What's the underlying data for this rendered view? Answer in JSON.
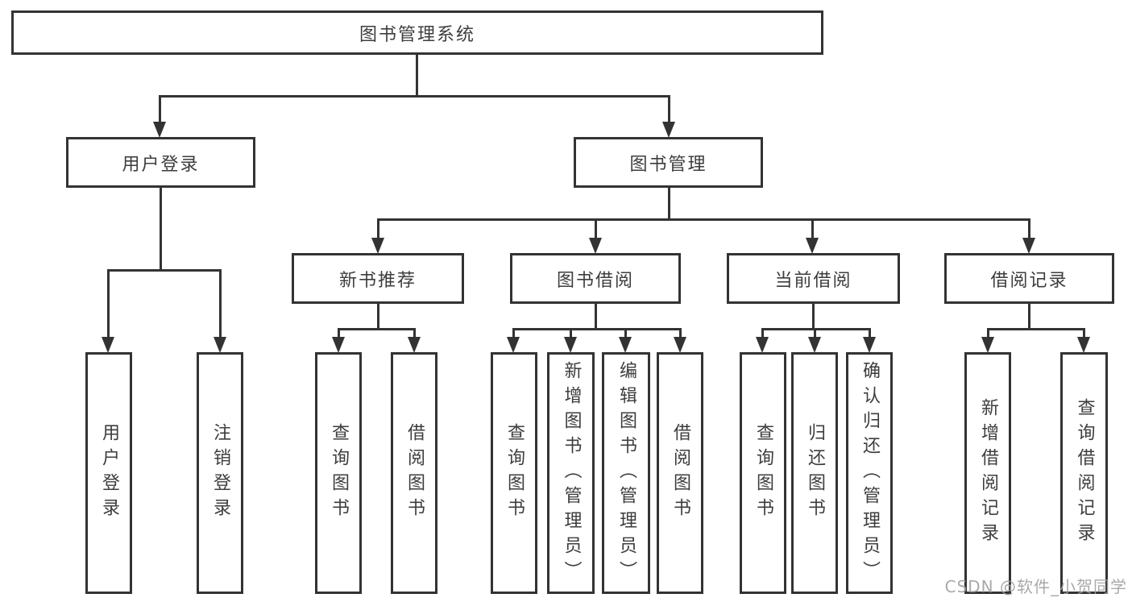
{
  "tree": {
    "root": {
      "label": "图书管理系统",
      "children": [
        {
          "label": "用户登录",
          "children": [
            {
              "label": "用户登录"
            },
            {
              "label": "注销登录"
            }
          ]
        },
        {
          "label": "图书管理",
          "children": [
            {
              "label": "新书推荐",
              "children": [
                {
                  "label": "查询图书"
                },
                {
                  "label": "借阅图书"
                }
              ]
            },
            {
              "label": "图书借阅",
              "children": [
                {
                  "label": "查询图书"
                },
                {
                  "label": "新增图书（管理员）"
                },
                {
                  "label": "编辑图书（管理员）"
                },
                {
                  "label": "借阅图书"
                }
              ]
            },
            {
              "label": "当前借阅",
              "children": [
                {
                  "label": "查询图书"
                },
                {
                  "label": "归还图书"
                },
                {
                  "label": "确认归还（管理员）"
                }
              ]
            },
            {
              "label": "借阅记录",
              "children": [
                {
                  "label": "新增借阅记录"
                },
                {
                  "label": "查询借阅记录"
                }
              ]
            }
          ]
        }
      ]
    }
  },
  "watermark": {
    "text": "CSDN @软件_小贺同学"
  },
  "colors": {
    "line": "#333333",
    "text": "#3d3d3d",
    "watermark": "#9e9e9e",
    "background": "#ffffff"
  }
}
